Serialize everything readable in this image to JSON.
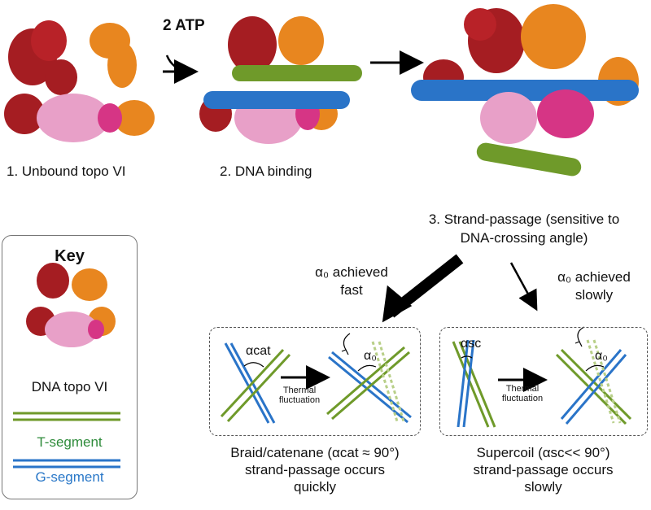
{
  "steps": {
    "step1": "1. Unbound topo VI",
    "step2": "2. DNA binding",
    "step3_line1": "3. Strand-passage (sensitive to",
    "step3_line2": "DNA-crossing angle)",
    "atp": "2 ATP"
  },
  "branches": {
    "fast_line1": "α₀ achieved",
    "fast_line2": "fast",
    "slow_line1": "α₀ achieved",
    "slow_line2": "slowly"
  },
  "panels": {
    "thermal_line1": "Thermal",
    "thermal_line2": "fluctuation",
    "alpha_cat": "αcat",
    "alpha_sc": "αsc",
    "alpha_0": "α₀"
  },
  "results": {
    "braid_line1": "Braid/catenane (αcat ≈ 90°)",
    "braid_line2": "strand-passage occurs",
    "braid_line3": "quickly",
    "supercoil_line1": "Supercoil (αsc<< 90°)",
    "supercoil_line2": "strand-passage occurs",
    "supercoil_line3": "slowly"
  },
  "key": {
    "title": "Key",
    "topo": "DNA topo VI",
    "t_segment": "T-segment",
    "g_segment": "G-segment"
  },
  "colors": {
    "dark_red": "#a51d22",
    "orange": "#e8861f",
    "pink": "#e8a0c8",
    "magenta": "#d63585",
    "green": "#6f9a2a",
    "blue": "#2a74c8",
    "t_segment_text": "#2e8b3a",
    "g_segment_text": "#2a78c8"
  }
}
